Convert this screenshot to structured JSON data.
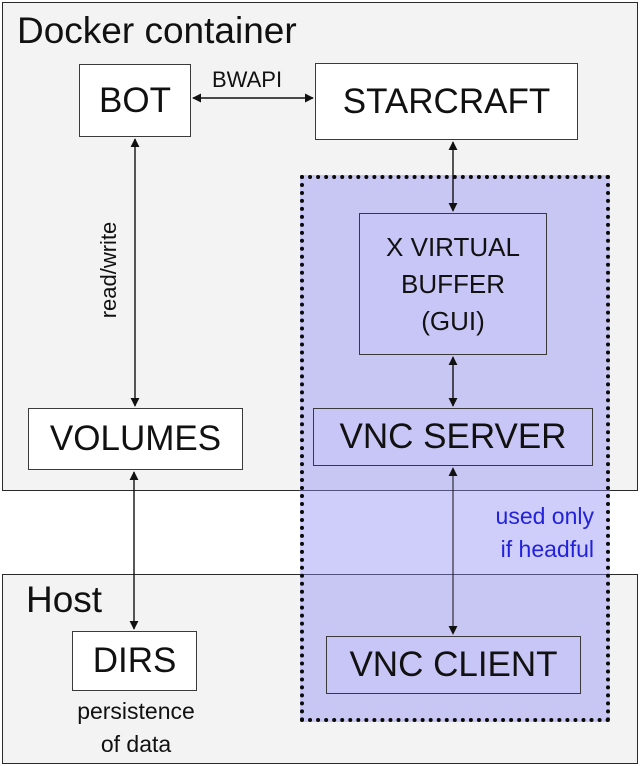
{
  "regions": {
    "docker": {
      "title": "Docker container"
    },
    "host": {
      "title": "Host"
    }
  },
  "boxes": {
    "bot": "BOT",
    "starcraft": "STARCRAFT",
    "xvfb_line1": "X VIRTUAL",
    "xvfb_line2": "BUFFER",
    "xvfb_line3": "(GUI)",
    "volumes": "VOLUMES",
    "vnc_server": "VNC SERVER",
    "dirs": "DIRS",
    "vnc_client": "VNC CLIENT"
  },
  "labels": {
    "bwapi": "BWAPI",
    "read_write": "read/write",
    "used_only_line1": "used only",
    "used_only_line2": "if headful",
    "persistence_line1": "persistence",
    "persistence_line2": "of data"
  },
  "colors": {
    "region_fill": "#f3f3f3",
    "vnc_fill": "#8c88f0",
    "note_text": "#2222dd"
  }
}
